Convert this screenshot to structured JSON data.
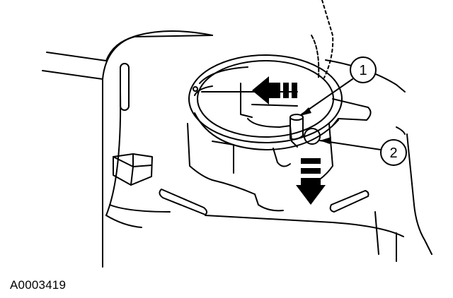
{
  "figure_id": "A0003419",
  "callouts": [
    {
      "number": "1"
    },
    {
      "number": "2"
    }
  ],
  "colors": {
    "line": "#000000",
    "background": "#ffffff",
    "shade": "#000000"
  }
}
